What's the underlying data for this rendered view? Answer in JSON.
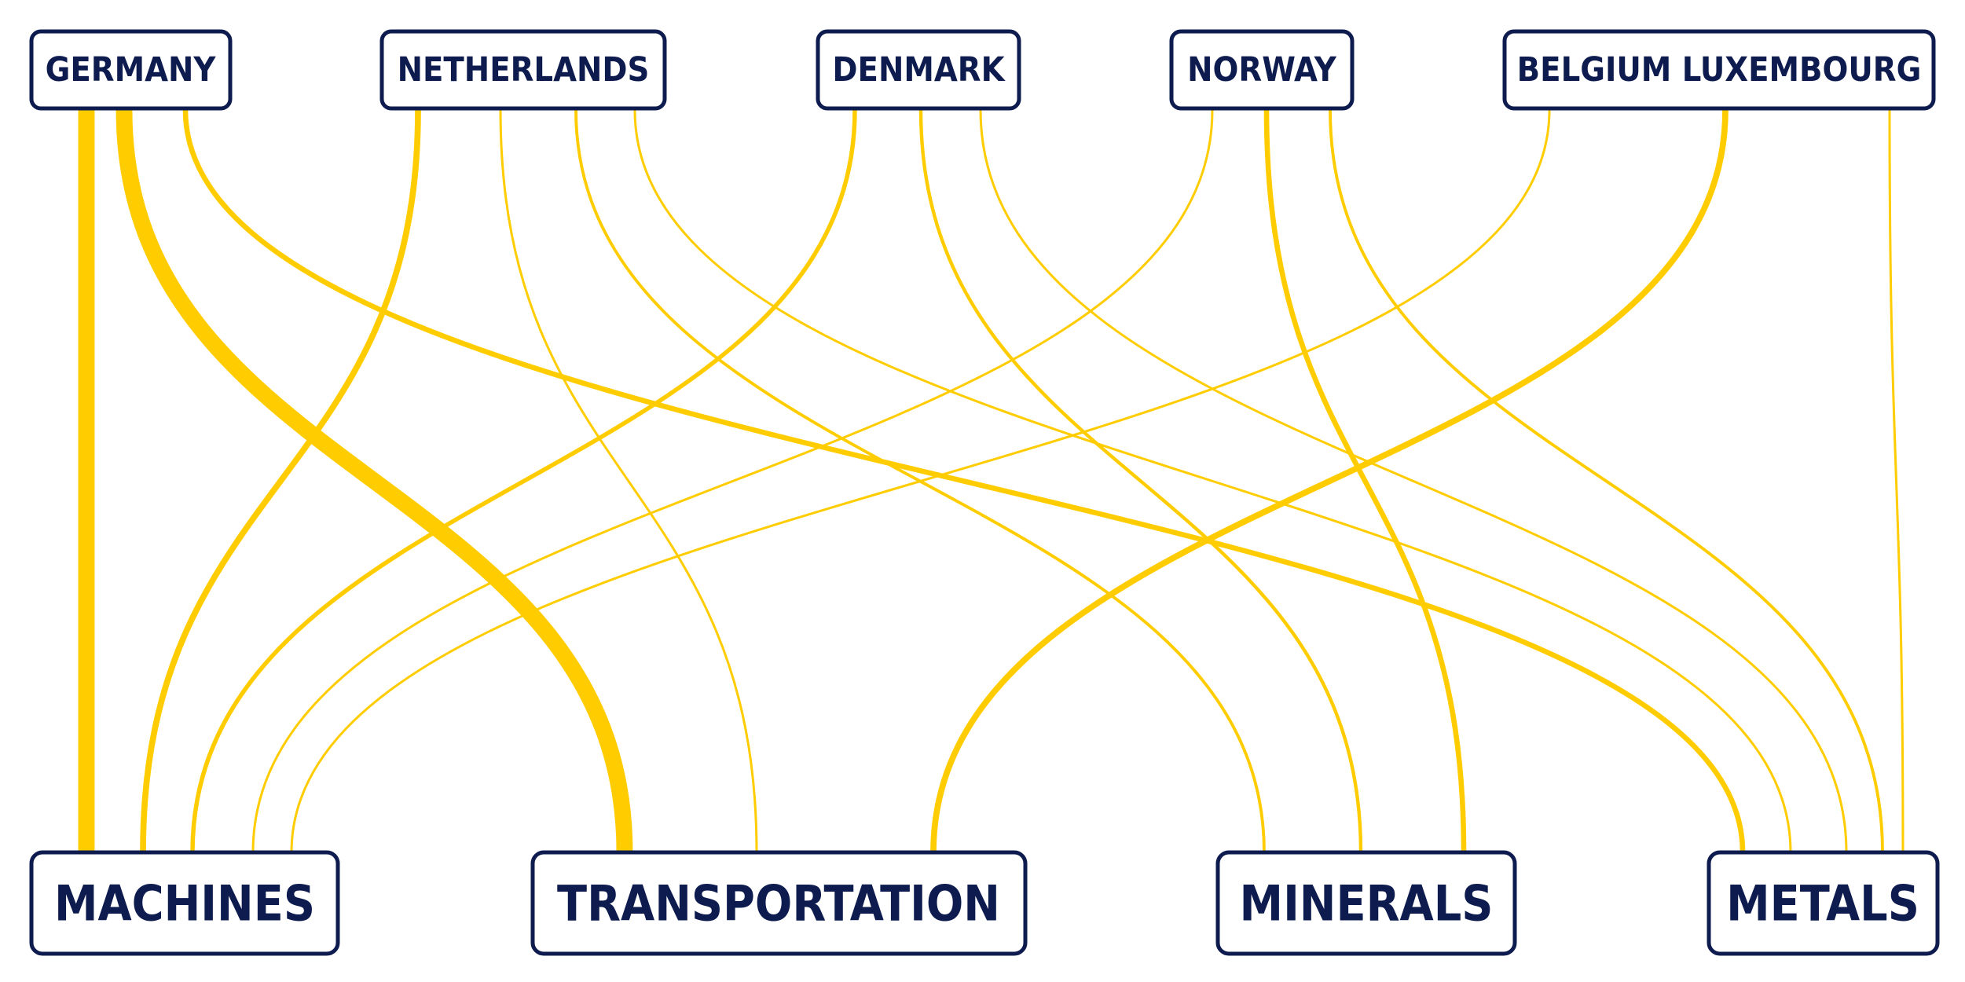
{
  "colors": {
    "flow": "#FFCC00",
    "node_border": "#0D1B4F",
    "node_text": "#0D1B4F",
    "background": "#FFFFFF"
  },
  "sources": [
    {
      "id": "germany",
      "label": "GERMANY"
    },
    {
      "id": "netherlands",
      "label": "NETHERLANDS"
    },
    {
      "id": "denmark",
      "label": "DENMARK"
    },
    {
      "id": "norway",
      "label": "NORWAY"
    },
    {
      "id": "belgium_luxembourg",
      "label": "BELGIUM LUXEMBOURG"
    }
  ],
  "targets": [
    {
      "id": "machines",
      "label": "MACHINES"
    },
    {
      "id": "transportation",
      "label": "TRANSPORTATION"
    },
    {
      "id": "minerals",
      "label": "MINERALS"
    },
    {
      "id": "metals",
      "label": "METALS"
    }
  ],
  "flows": [
    {
      "source": "germany",
      "target": "machines",
      "weight": 38
    },
    {
      "source": "germany",
      "target": "transportation",
      "weight": 38
    },
    {
      "source": "germany",
      "target": "metals",
      "weight": 12
    },
    {
      "source": "netherlands",
      "target": "machines",
      "weight": 14
    },
    {
      "source": "netherlands",
      "target": "transportation",
      "weight": 5
    },
    {
      "source": "netherlands",
      "target": "minerals",
      "weight": 7
    },
    {
      "source": "netherlands",
      "target": "metals",
      "weight": 3
    },
    {
      "source": "denmark",
      "target": "machines",
      "weight": 10
    },
    {
      "source": "denmark",
      "target": "minerals",
      "weight": 8
    },
    {
      "source": "denmark",
      "target": "metals",
      "weight": 3
    },
    {
      "source": "norway",
      "target": "machines",
      "weight": 4
    },
    {
      "source": "norway",
      "target": "minerals",
      "weight": 12
    },
    {
      "source": "norway",
      "target": "metals",
      "weight": 7
    },
    {
      "source": "belgium_luxembourg",
      "target": "machines",
      "weight": 5
    },
    {
      "source": "belgium_luxembourg",
      "target": "transportation",
      "weight": 14
    },
    {
      "source": "belgium_luxembourg",
      "target": "metals",
      "weight": 3
    }
  ]
}
